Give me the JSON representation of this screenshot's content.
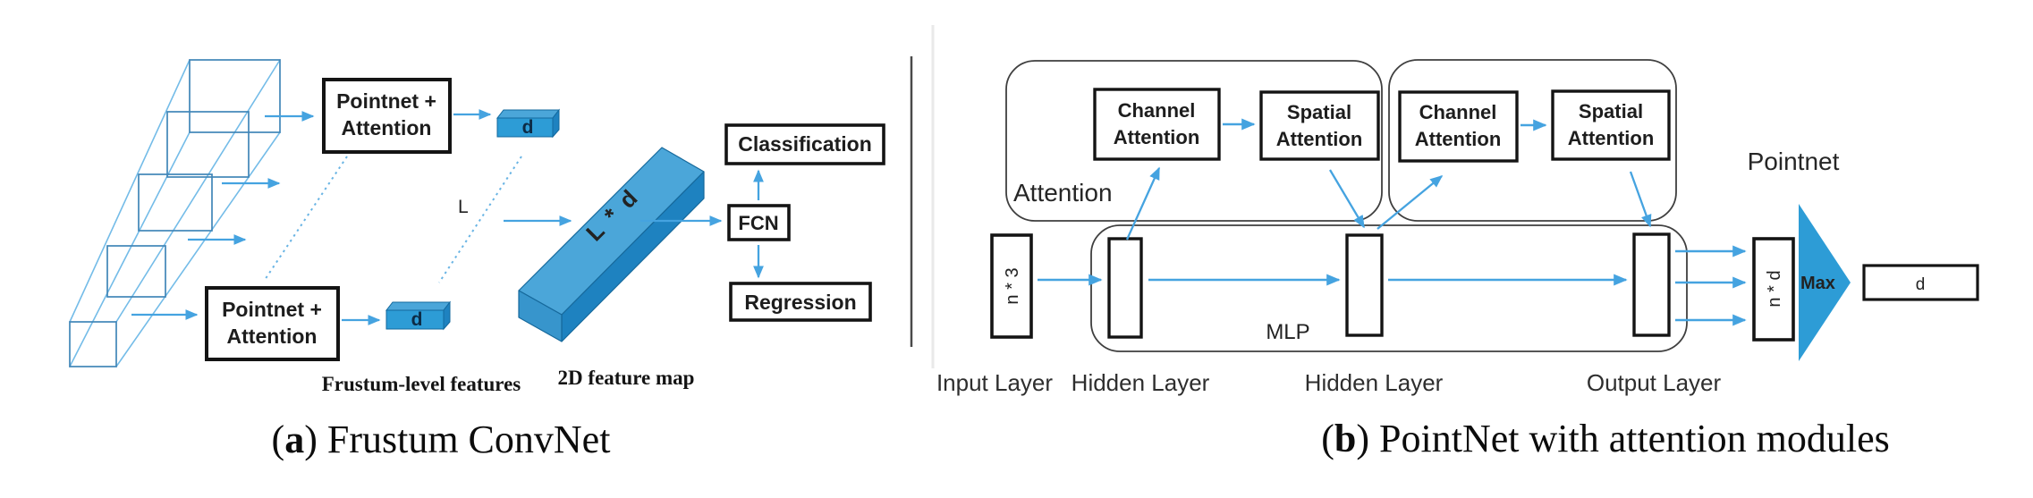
{
  "colors": {
    "arrow_blue": "#45a3e0",
    "wireframe_square": "#4186b8",
    "wireframe_edge": "#74bce8",
    "box_front_blue": "#2d9cd6",
    "box_top_blue": "#4ba6d9",
    "box_side_blue": "#1e82c0",
    "bar_cap_blue": "#3795cc",
    "triangle_blue": "#2d9cd6",
    "outline_black": "#141414"
  },
  "panel_a": {
    "caption": {
      "open": "(",
      "letter": "a",
      "rest": ") Frustum ConvNet"
    },
    "boxes": {
      "pointnet_top_line1": "Pointnet +",
      "pointnet_top_line2": "Attention",
      "pointnet_bottom_line1": "Pointnet +",
      "pointnet_bottom_line2": "Attention",
      "classification": "Classification",
      "fcn": "FCN",
      "regression": "Regression"
    },
    "labels": {
      "d_top": "d",
      "d_bottom": "d",
      "length": "L",
      "bar": "L * d",
      "frustum_features": "Frustum-level features",
      "feature_map": "2D feature map"
    }
  },
  "panel_b": {
    "caption": {
      "open": "(",
      "letter": "b",
      "rest": ") PointNet with attention modules"
    },
    "attention_label": "Attention",
    "pointnet_label": "Pointnet",
    "mlp_label": "MLP",
    "modules": [
      {
        "channel_line1": "Channel",
        "channel_line2": "Attention",
        "spatial_line1": "Spatial",
        "spatial_line2": "Attention"
      },
      {
        "channel_line1": "Channel",
        "channel_line2": "Attention",
        "spatial_line1": "Spatial",
        "spatial_line2": "Attention"
      }
    ],
    "input_matrix": "n * 3",
    "output_matrix": "n * d",
    "max_label": "Max",
    "result_label": "d",
    "layer_labels": [
      "Input Layer",
      "Hidden Layer",
      "Hidden Layer",
      "Output Layer"
    ]
  }
}
